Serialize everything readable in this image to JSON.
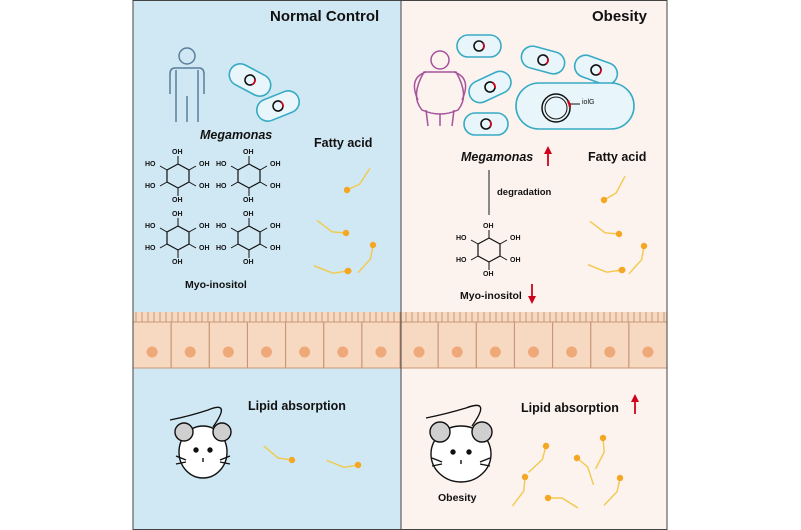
{
  "left": {
    "title": "Normal Control",
    "bacteria_label": "Megamonas",
    "fatty_acid_label": "Fatty acid",
    "inositol_label": "Myo-inositol",
    "lipid_label": "Lipid absorption",
    "background": "#cfe8f3"
  },
  "right": {
    "title": "Obesity",
    "bacteria_label": "Megamonas",
    "fatty_acid_label": "Fatty acid",
    "degradation_label": "degradation",
    "inositol_label": "Myo-inositol",
    "gene_label": "iolG",
    "lipid_label": "Lipid absorption",
    "mouse_label": "Obesity",
    "background": "#fcf2ee"
  },
  "molecule": {
    "oh_label": "OH",
    "ho_label": "HO"
  },
  "colors": {
    "epithelium": "#f7d9c2",
    "nucleus": "#efa878",
    "fatty_acid_head": "#f5a623",
    "fatty_acid_tail": "#f2c94c",
    "arrow_up": "#d0021b",
    "arrow_down": "#d0021b",
    "bacteria_fill": "#e8f6fb",
    "bacteria_stroke": "#37aac4",
    "human_normal": "#5a7d9a",
    "human_obese": "#a5539c"
  }
}
